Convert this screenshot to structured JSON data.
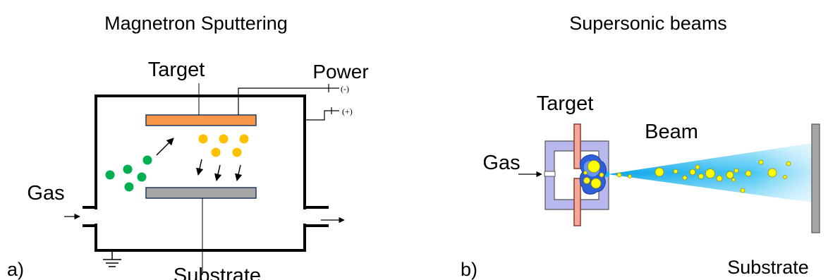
{
  "left_panel": {
    "title": "Magnetron Sputtering",
    "target_label": "Target",
    "power_label": "Power",
    "minus_label": "(-)",
    "plus_label": "(+)",
    "gas_label": "Gas",
    "substrate_label": "Substrate",
    "panel_label": "a)"
  },
  "right_panel": {
    "title": "Supersonic beams",
    "target_label": "Target",
    "beam_label": "Beam",
    "gas_label": "Gas",
    "substrate_label": "Substrate",
    "panel_label": "b)"
  },
  "colors": {
    "target_orange": "#f79646",
    "substrate_gray": "#a6a6a6",
    "gas_green": "#00b050",
    "sputter_yellow": "#ffc000",
    "chamber_lavender": "#b8b8ee",
    "rod_pink": "#f4a89a",
    "beam_blue": "#1ab4f0",
    "cluster_yellow": "#ffff00"
  }
}
